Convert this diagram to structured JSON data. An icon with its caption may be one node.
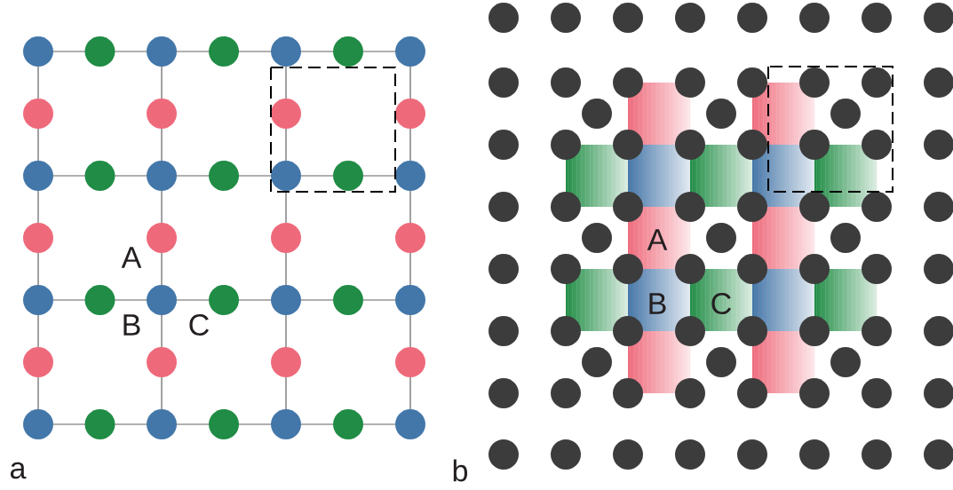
{
  "diagram": {
    "labels": [
      "A",
      "B",
      "C",
      "a",
      "A",
      "B",
      "C",
      "b"
    ]
  }
}
